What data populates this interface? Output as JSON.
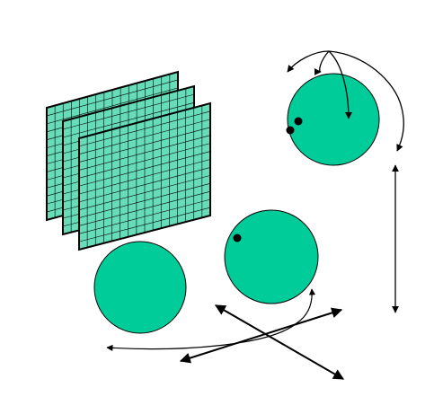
{
  "colors": {
    "background": "#ffffff",
    "fill": "#00CC99",
    "grid_fill": "#66DDB8",
    "stroke": "#000000",
    "grid_stroke": "#000000"
  },
  "elements": {
    "grid_planes": {
      "count": 3,
      "icon": "stacked-grid-planes"
    },
    "spheres": {
      "count": 3
    },
    "arrows": {
      "count": 7
    }
  }
}
